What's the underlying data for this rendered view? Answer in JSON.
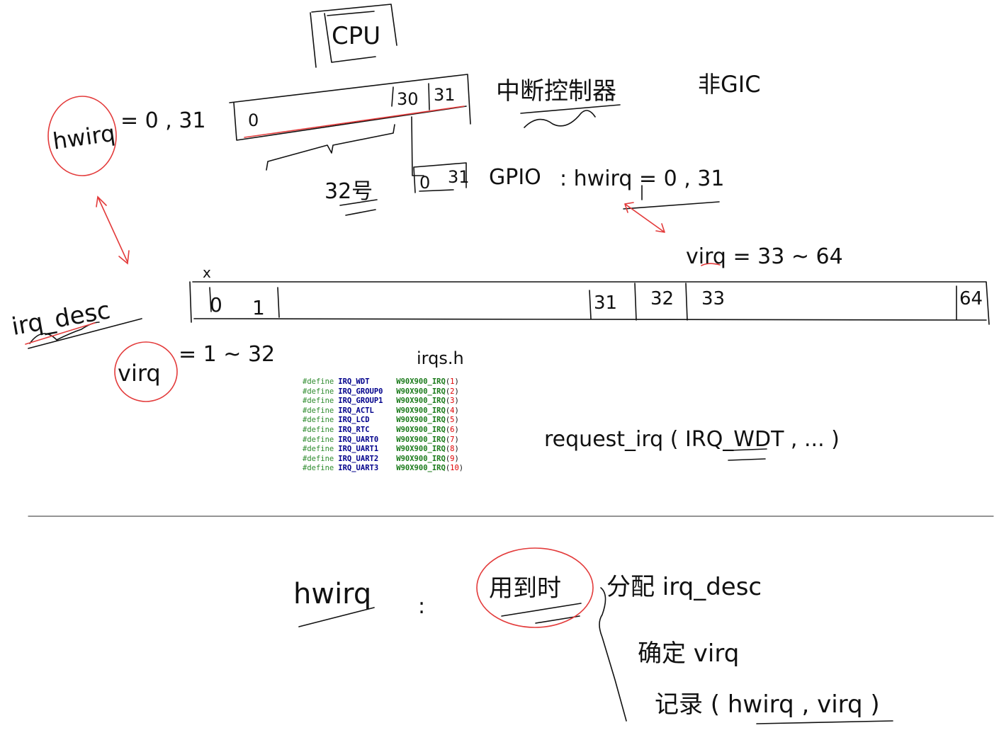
{
  "colors": {
    "ink": "#111111",
    "red": "#e33b3b",
    "define": "#2e8b2e",
    "irq_name": "#00008b",
    "macro": "#1a7a1a",
    "number": "#e00000"
  },
  "top": {
    "cpu_label": "CPU",
    "controller": {
      "cell_first": "0",
      "cell_mid": "30",
      "cell_last": "31",
      "label": "中断控制器",
      "gic_note": "非GIC"
    },
    "brace_count": "32号",
    "sub_controller": {
      "cell_first": "0",
      "cell_last": "31",
      "label": "GPIO",
      "hwirq_note": ": hwirq = 0 , 31"
    },
    "hwirq_circle_text": "hwirq",
    "hwirq_range": "= 0 , 31",
    "virq_right": "virq = 33 ~ 64"
  },
  "irq_desc_array": {
    "label": "irq_desc",
    "cross_mark": "x",
    "cells": [
      "0",
      "1",
      "31",
      "32",
      "33",
      "64"
    ]
  },
  "virq_left": {
    "circle_text": "virq",
    "range": "= 1 ~ 32"
  },
  "header_file": {
    "label": "irqs.h",
    "define_keyword": "#define",
    "macro": "W90X900_IRQ",
    "lines": [
      {
        "name": "IRQ_WDT",
        "num": "1"
      },
      {
        "name": "IRQ_GROUP0",
        "num": "2"
      },
      {
        "name": "IRQ_GROUP1",
        "num": "3"
      },
      {
        "name": "IRQ_ACTL",
        "num": "4"
      },
      {
        "name": "IRQ_LCD",
        "num": "5"
      },
      {
        "name": "IRQ_RTC",
        "num": "6"
      },
      {
        "name": "IRQ_UART0",
        "num": "7"
      },
      {
        "name": "IRQ_UART1",
        "num": "8"
      },
      {
        "name": "IRQ_UART2",
        "num": "9"
      },
      {
        "name": "IRQ_UART3",
        "num": "10"
      }
    ]
  },
  "request_call": "request_irq ( IRQ_WDT , ... )",
  "bottom": {
    "hwirq": "hwirq",
    "colon": ":",
    "circled": "用到时",
    "step1": "分配 irq_desc",
    "step2": "确定 virq",
    "step3": "记录 ( hwirq , virq )"
  }
}
